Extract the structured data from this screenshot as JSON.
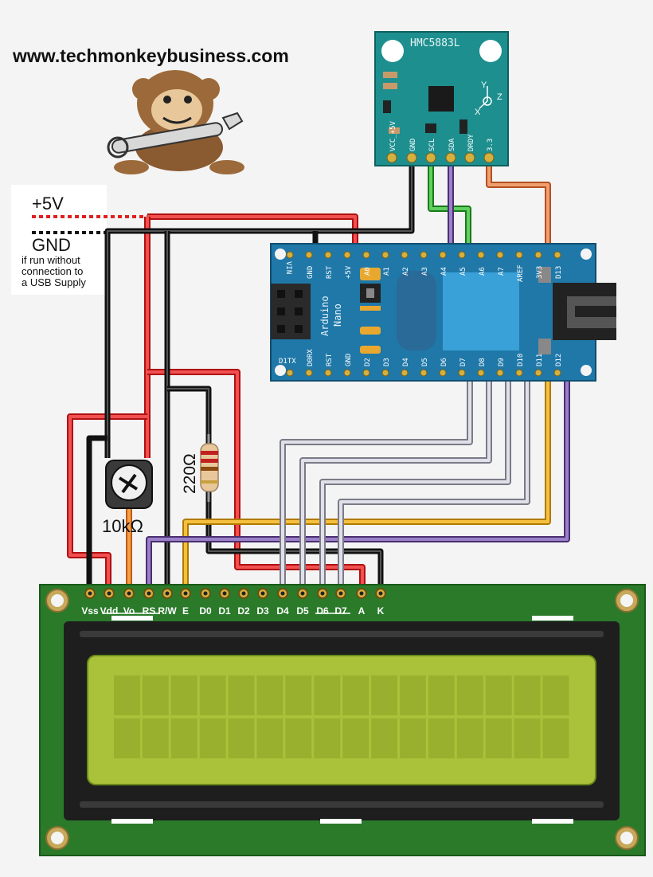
{
  "header": {
    "website": "www.techmonkeybusiness.com"
  },
  "power_legend": {
    "plus5v_label": "+5V",
    "gnd_label": "GND",
    "note_line1": "if run without",
    "note_line2": "connection to",
    "note_line3": "a USB Supply",
    "plus5v_color": "#e02020",
    "gnd_color": "#111111"
  },
  "sensor": {
    "name": "HMC5883L",
    "pins": [
      "VCC_+5V",
      "GND",
      "SCL",
      "SDA",
      "DRDY",
      "3.3"
    ],
    "axes": [
      "Y",
      "X",
      "Z"
    ],
    "board_color": "#1d8f8f"
  },
  "arduino": {
    "name_line1": "Arduino",
    "name_line2": "Nano",
    "top_pins": [
      "VIN",
      "GND",
      "RST",
      "+5V",
      "A0",
      "A1",
      "A2",
      "A3",
      "A4",
      "A5",
      "A6",
      "A7",
      "AREF",
      "3V3",
      "D13"
    ],
    "bottom_pins": [
      "D0RX",
      "RST",
      "GND",
      "D2",
      "D3",
      "D4",
      "D5",
      "D6",
      "D7",
      "D8",
      "D9",
      "D10",
      "D11",
      "D12"
    ],
    "tx_label": "D1TX",
    "board_color": "#1f78a8"
  },
  "components": {
    "resistor_label": "220Ω",
    "pot_label": "10kΩ"
  },
  "lcd": {
    "pins": [
      "Vss",
      "Vdd",
      "Vo",
      "RS",
      "R/W",
      "E",
      "D0",
      "D1",
      "D2",
      "D3",
      "D4",
      "D5",
      "D6",
      "D7",
      "A",
      "K"
    ],
    "board_color": "#2a7a2a",
    "screen_color": "#a9c23a",
    "rows": 2,
    "cols": 16
  },
  "wire_colors": {
    "red": "#e02020",
    "black": "#1a1a1a",
    "orange": "#e8854a",
    "yellow": "#f2a91c",
    "purple": "#7a5ca0",
    "green": "#3aa83a",
    "white": "#c8c8d0"
  }
}
